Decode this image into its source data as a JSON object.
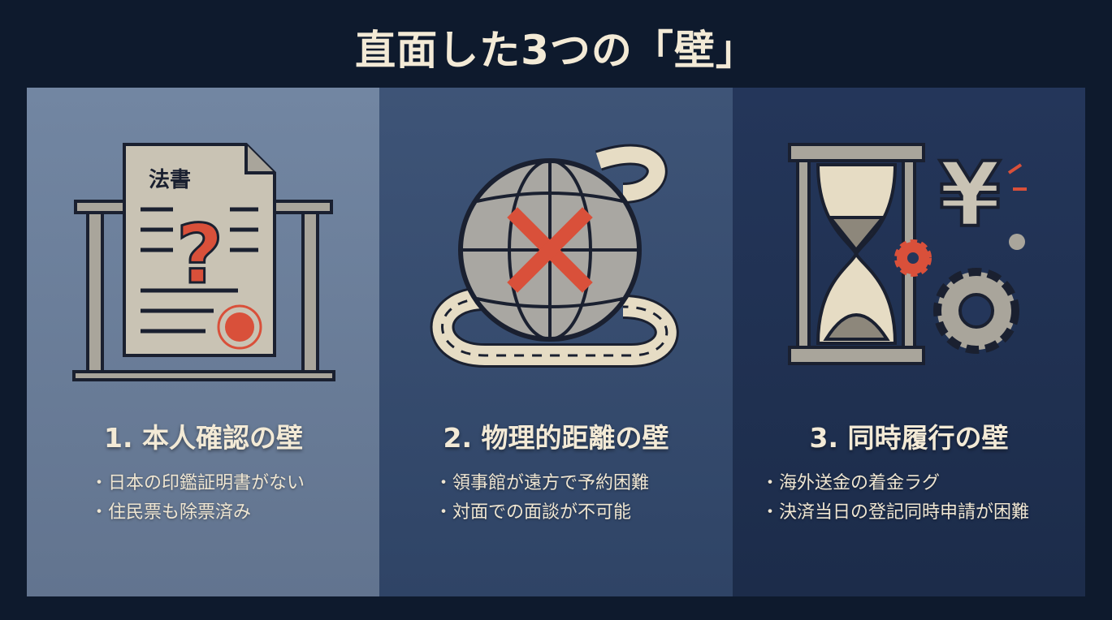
{
  "title": "直面した3つの「壁」",
  "colors": {
    "background": "#0e1a2d",
    "panel1": "#6a7d99",
    "panel2": "#364c6f",
    "panel3": "#202f50",
    "accent": "#d9503a",
    "cream": "#f1e8d4"
  },
  "panels": [
    {
      "title": "1. 本人確認の壁",
      "icon": "legal-document-question-icon",
      "document_label": "法書",
      "bullets": [
        "日本の印鑑証明書がない",
        "住民票も除票済み"
      ]
    },
    {
      "title": "2. 物理的距離の壁",
      "icon": "globe-cross-road-icon",
      "bullets": [
        "領事館が遠方で予約困難",
        "対面での面談が不可能"
      ]
    },
    {
      "title": "3. 同時履行の壁",
      "icon": "hourglass-yen-gear-icon",
      "bullets": [
        "海外送金の着金ラグ",
        "決済当日の登記同時申請が困難"
      ]
    }
  ]
}
